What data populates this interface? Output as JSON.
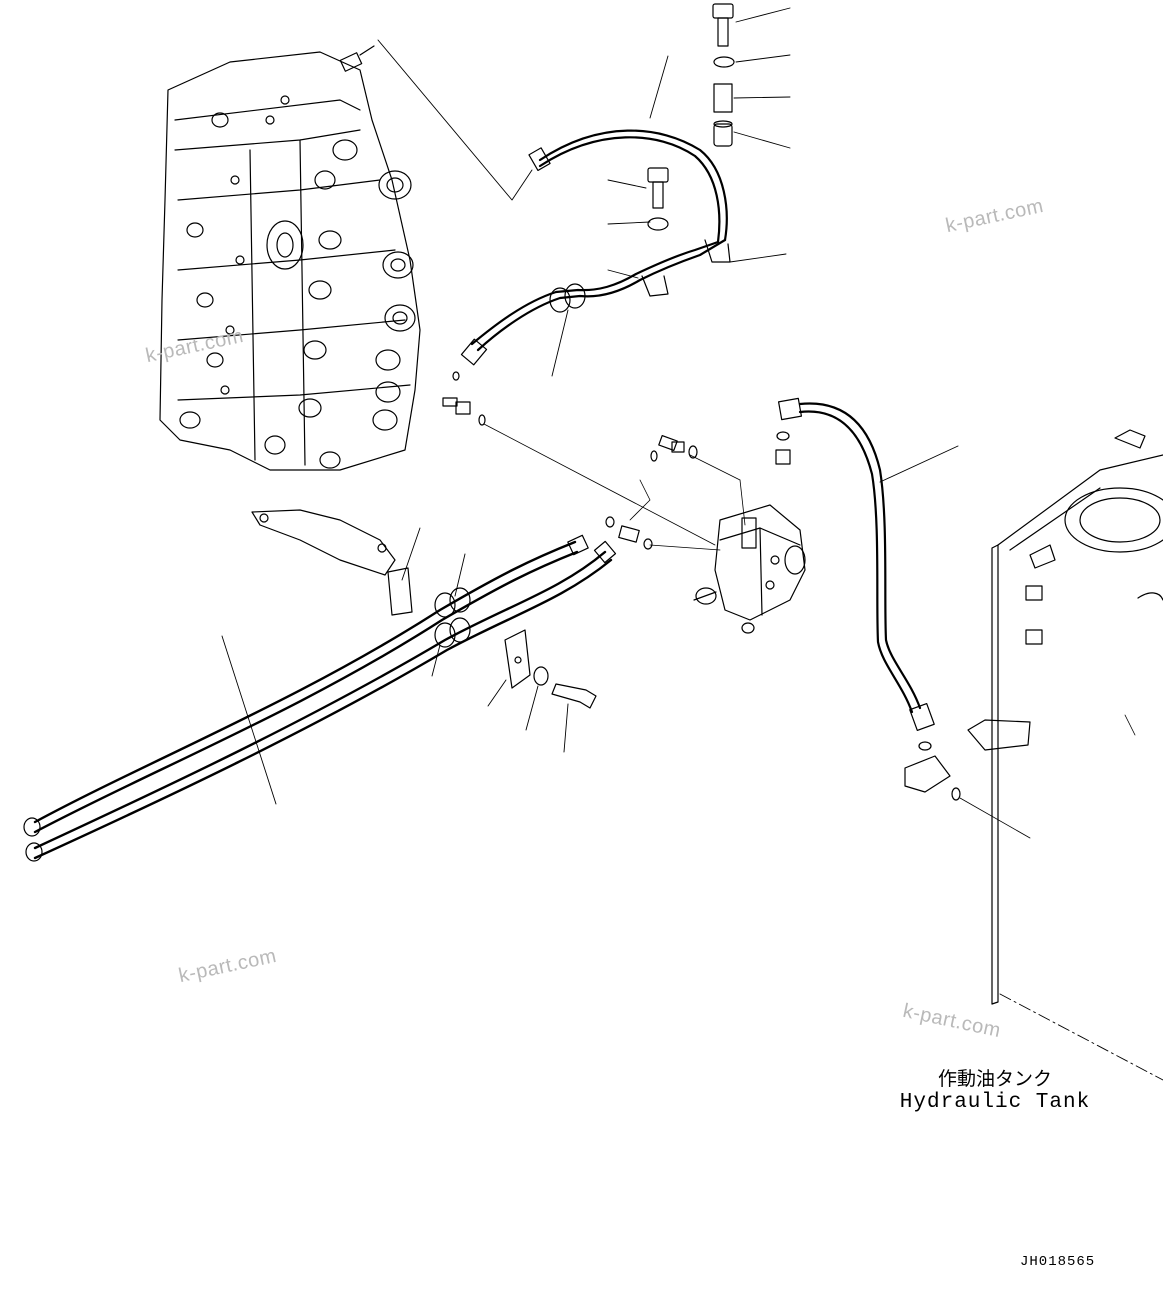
{
  "labels": {
    "tank_jp": "作動油タンク",
    "tank_en": "Hydraulic Tank",
    "drawing_id": "JH018565"
  },
  "watermarks": [
    "k-part.com",
    "k-part.com",
    "k-part.com",
    "k-part.com"
  ]
}
